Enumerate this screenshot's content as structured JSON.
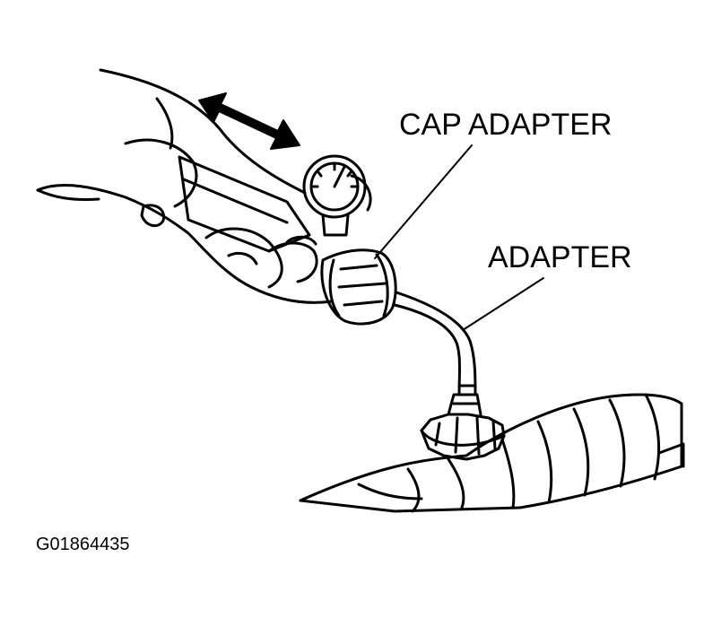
{
  "labels": {
    "cap_adapter": "CAP ADAPTER",
    "adapter": "ADAPTER"
  },
  "figure_id": "G01864435",
  "colors": {
    "line": "#000000",
    "background": "#ffffff"
  }
}
